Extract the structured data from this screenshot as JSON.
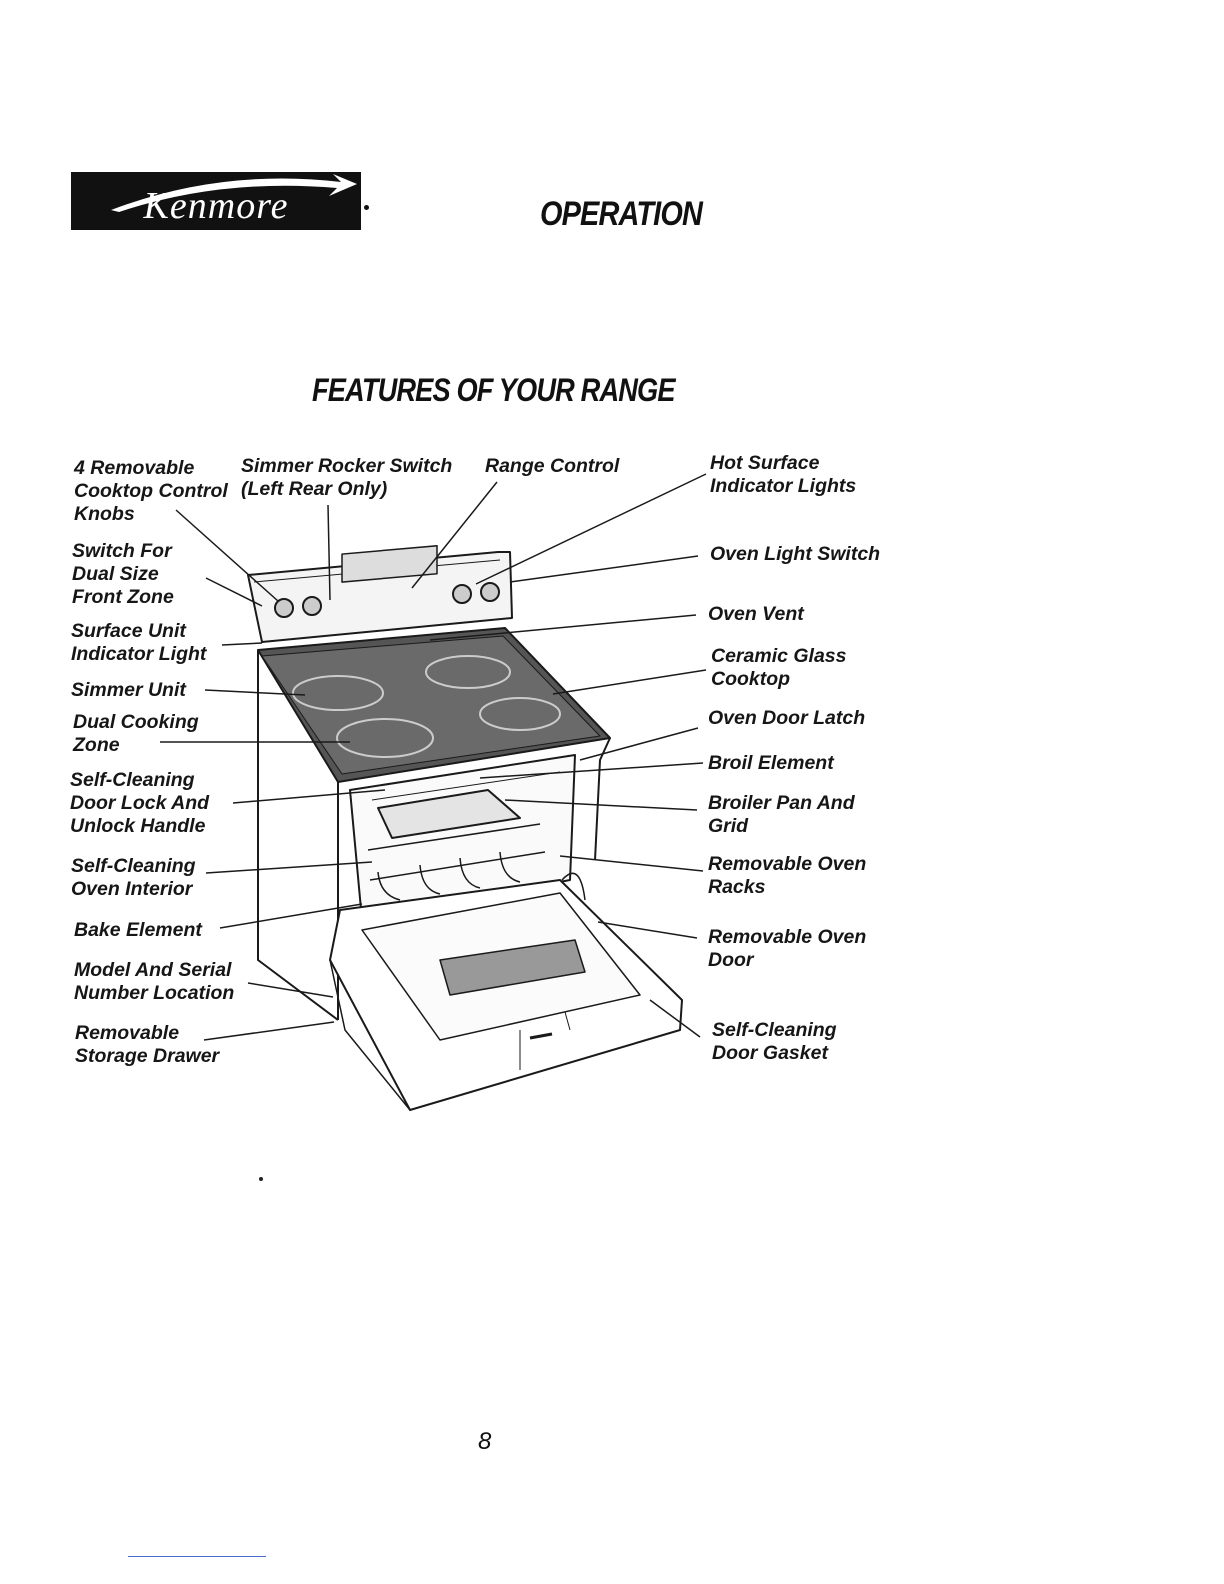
{
  "header": {
    "brand": "Kenmore",
    "section_title": "OPERATION"
  },
  "page_title": "FEATURES OF YOUR RANGE",
  "callouts_left": [
    {
      "id": "cooktop-knobs",
      "text": "4 Removable\nCooktop Control\nKnobs"
    },
    {
      "id": "dual-size-switch",
      "text": "Switch For\nDual  Size\nFront Zone"
    },
    {
      "id": "surface-unit-light",
      "text": "Surface Unit\nIndicator Light"
    },
    {
      "id": "simmer-unit",
      "text": "Simmer Unit"
    },
    {
      "id": "dual-cooking-zone",
      "text": "Dual Cooking\nZone"
    },
    {
      "id": "door-lock-handle",
      "text": "Self-Cleaning\nDoor Lock And\nUnlock Handle"
    },
    {
      "id": "oven-interior",
      "text": "Self-Cleaning\nOven Interior"
    },
    {
      "id": "bake-element",
      "text": "Bake Element"
    },
    {
      "id": "model-serial",
      "text": "Model And Serial\nNumber Location"
    },
    {
      "id": "storage-drawer",
      "text": "Removable\nStorage Drawer"
    }
  ],
  "callouts_top": [
    {
      "id": "simmer-rocker",
      "text": "Simmer Rocker Switch\n(Left Rear Only)"
    },
    {
      "id": "range-control",
      "text": "Range Control"
    }
  ],
  "callouts_right": [
    {
      "id": "hot-surface-lights",
      "text": "Hot Surface\nIndicator Lights"
    },
    {
      "id": "oven-light-switch",
      "text": "Oven Light Switch"
    },
    {
      "id": "oven-vent",
      "text": "Oven Vent"
    },
    {
      "id": "ceramic-cooktop",
      "text": "Ceramic Glass\nCooktop"
    },
    {
      "id": "oven-door-latch",
      "text": "Oven Door Latch"
    },
    {
      "id": "broil-element",
      "text": "Broil Element"
    },
    {
      "id": "broiler-pan",
      "text": "Broiler Pan And\nGrid"
    },
    {
      "id": "oven-racks",
      "text": "Removable Oven\nRacks"
    },
    {
      "id": "oven-door",
      "text": "Removable Oven\nDoor"
    },
    {
      "id": "door-gasket",
      "text": "Self-Cleaning\nDoor Gasket"
    }
  ],
  "page_number": "8"
}
